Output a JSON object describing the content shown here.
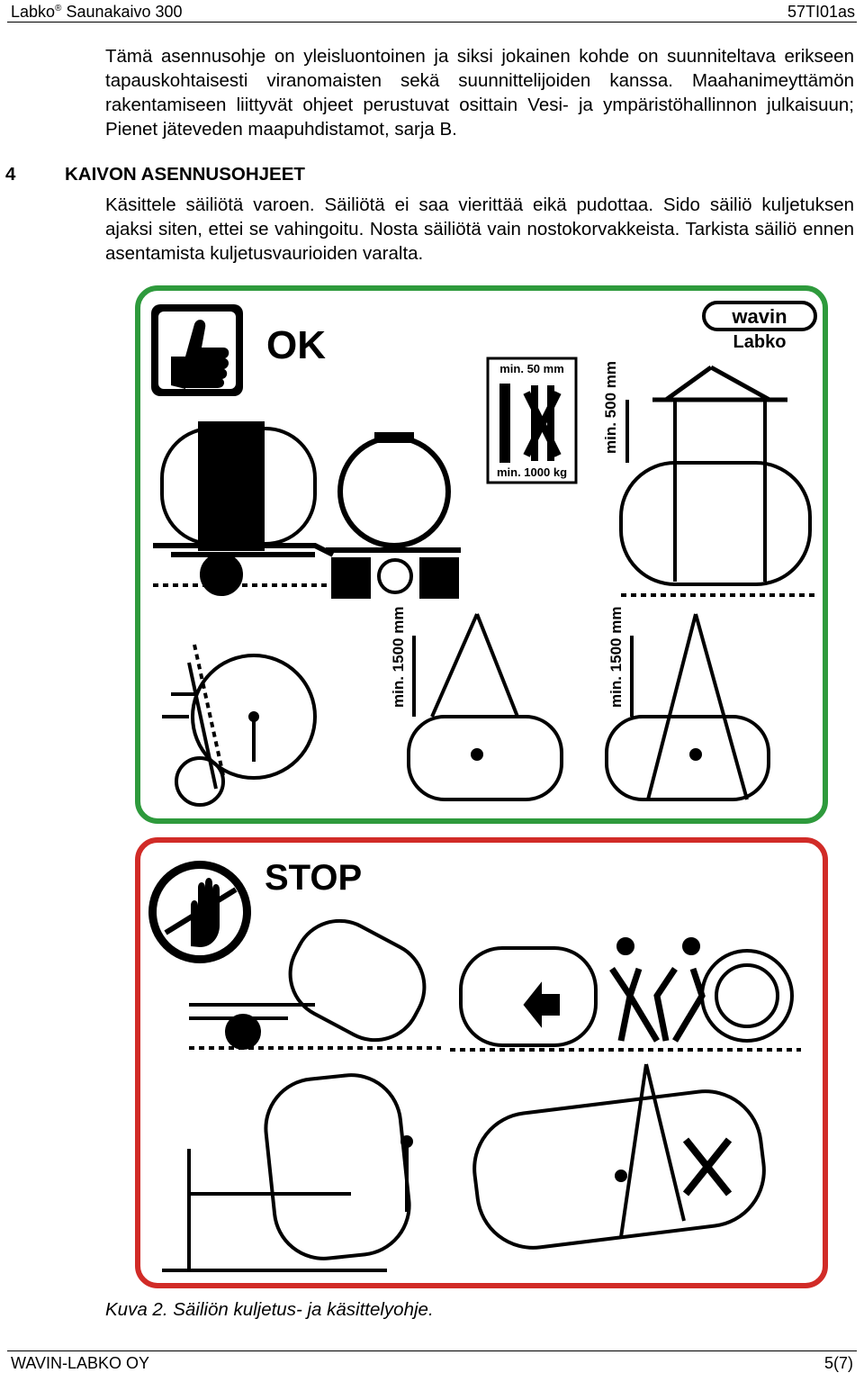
{
  "header": {
    "product": "Labko",
    "reg": "®",
    "model": "Saunakaivo 300",
    "code": "57TI01as"
  },
  "intro_paragraph": "Tämä asennusohje on yleisluontoinen ja siksi jokainen kohde on suunniteltava erikseen tapauskohtaisesti viranomaisten sekä suunnittelijoiden kanssa. Maahanimeyttämön rakentamiseen liittyvät ohjeet perustuvat osittain Vesi- ja ympäristöhallinnon julkaisuun; Pienet jäteveden maapuhdistamot, sarja B.",
  "section": {
    "number": "4",
    "title": "KAIVON ASENNUSOHJEET"
  },
  "section_paragraph": "Käsittele säiliötä varoen. Säiliötä ei saa vierittää eikä pudottaa. Sido säiliö kuljetuksen ajaksi siten, ettei se vahingoitu. Nosta säiliötä vain nostokorvakkeista. Tarkista säiliö ennen asentamista kuljetusvaurioiden varalta.",
  "figure": {
    "ok_label": "OK",
    "stop_label": "STOP",
    "brand_top": "wavin",
    "brand_bottom": "Labko",
    "strap_min_width": "min. 50 mm",
    "strap_min_load": "min. 1000 kg",
    "min_500": "min. 500 mm",
    "min_1500_a": "min. 1500 mm",
    "min_1500_b": "min. 1500 mm",
    "ok_color": "#2e9a3c",
    "stop_color": "#d12b27"
  },
  "caption": "Kuva 2. Säiliön kuljetus- ja käsittelyohje.",
  "footer": {
    "company": "WAVIN-LABKO OY",
    "page": "5(7)"
  }
}
